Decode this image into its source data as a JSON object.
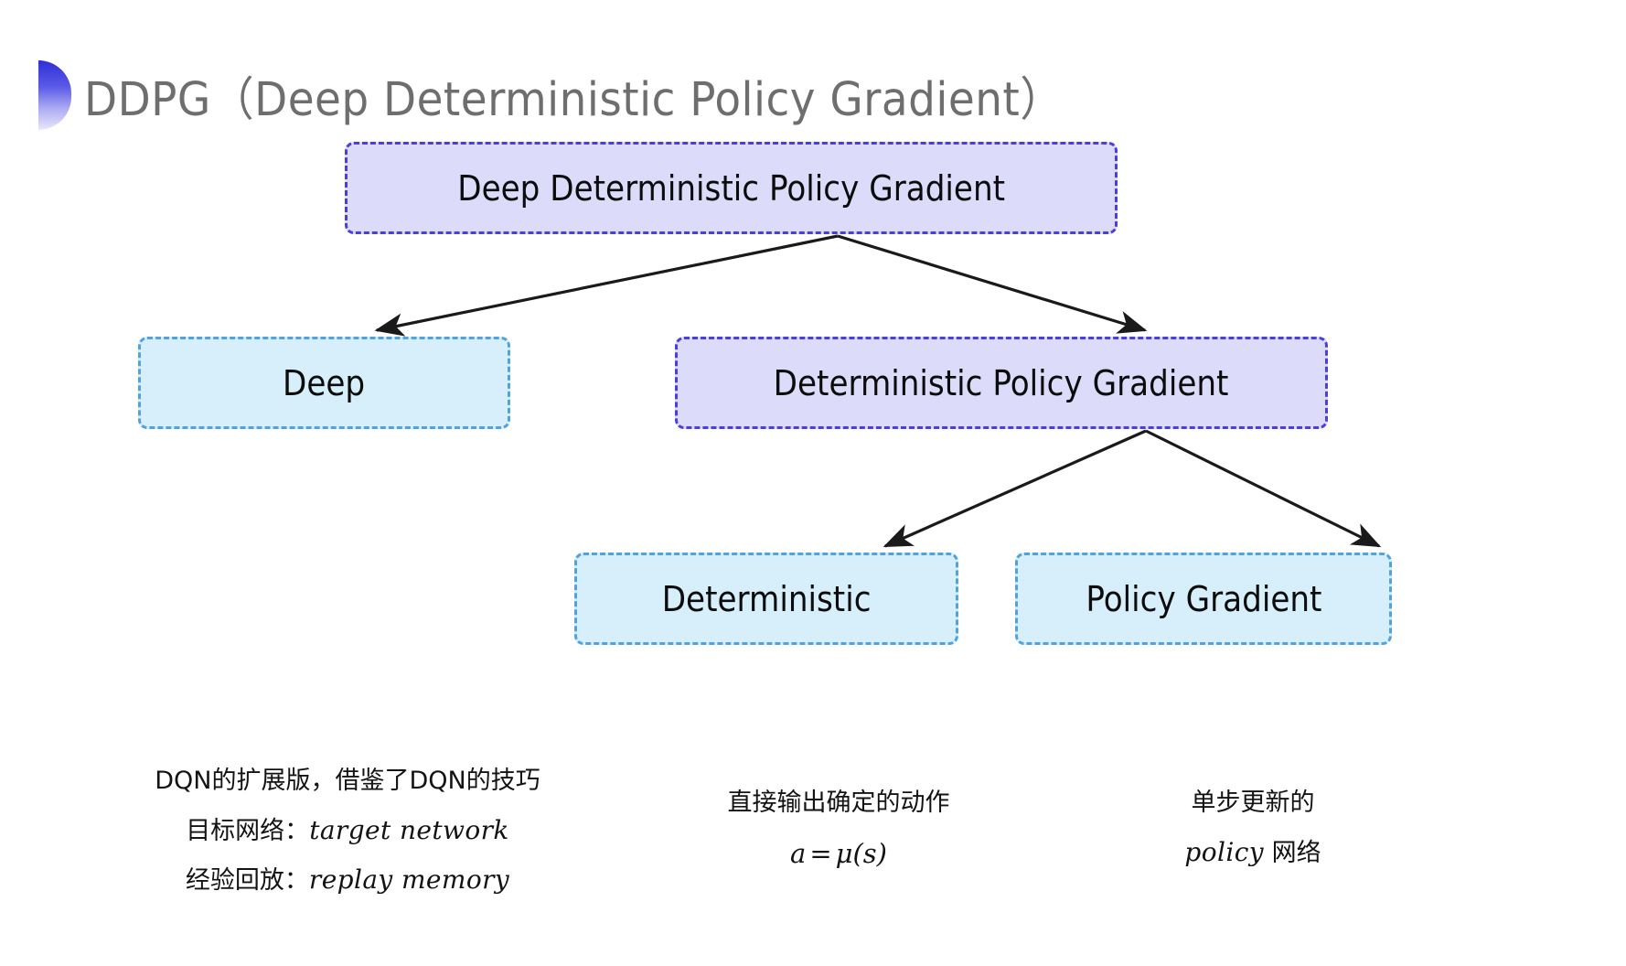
{
  "slide": {
    "title": "DDPG（Deep Deterministic Policy Gradient）",
    "background_color": "#ffffff",
    "bullet_accent_color": "#2f2fd8",
    "title_color": "#6e6e6e"
  },
  "theme": {
    "purple_fill": "#dcdcfa",
    "purple_border": "#4a3fd8",
    "blue_fill": "#d7eefb",
    "blue_border": "#51a3dd",
    "arrow_color": "#1a1a1a",
    "text_color": "#0c0c0c"
  },
  "chart_data": {
    "type": "diagram",
    "title": "DDPG（Deep Deterministic Policy Gradient）",
    "nodes": [
      {
        "id": "root",
        "label": "Deep Deterministic Policy Gradient",
        "style": "purple",
        "level": 0
      },
      {
        "id": "deep",
        "label": "Deep",
        "style": "blue",
        "level": 1
      },
      {
        "id": "dpg",
        "label": "Deterministic Policy Gradient",
        "style": "purple",
        "level": 1
      },
      {
        "id": "det",
        "label": "Deterministic",
        "style": "blue",
        "level": 2
      },
      {
        "id": "pg",
        "label": "Policy Gradient",
        "style": "blue",
        "level": 2
      }
    ],
    "edges": [
      {
        "from": "root",
        "to": "deep"
      },
      {
        "from": "root",
        "to": "dpg"
      },
      {
        "from": "dpg",
        "to": "det"
      },
      {
        "from": "dpg",
        "to": "pg"
      }
    ],
    "annotations": [
      {
        "for": "deep",
        "lines": [
          "DQN的扩展版，借鉴了DQN的技巧",
          "目标网络：target network",
          "经验回放：replay memory"
        ]
      },
      {
        "for": "det",
        "lines": [
          "直接输出确定的动作",
          "a = μ(s)"
        ]
      },
      {
        "for": "pg",
        "lines": [
          "单步更新的",
          "policy 网络"
        ]
      }
    ]
  },
  "nodes": {
    "root": {
      "label": "Deep Deterministic Policy Gradient"
    },
    "deep": {
      "label": "Deep"
    },
    "dpg": {
      "label": "Deterministic Policy Gradient"
    },
    "det": {
      "label": "Deterministic"
    },
    "pg": {
      "label": "Policy Gradient"
    }
  },
  "captions": {
    "deep": {
      "line1": "DQN的扩展版，借鉴了DQN的技巧",
      "line2_label": "目标网络：",
      "line2_term": "target network",
      "line3_label": "经验回放：",
      "line3_term": "replay memory"
    },
    "deterministic": {
      "line1": "直接输出确定的动作",
      "formula_lhs": "a",
      "formula_op": "=",
      "formula_rhs": "μ(s)"
    },
    "policy_gradient": {
      "line1": "单步更新的",
      "line2_term": "policy",
      "line2_suffix": " 网络"
    }
  }
}
